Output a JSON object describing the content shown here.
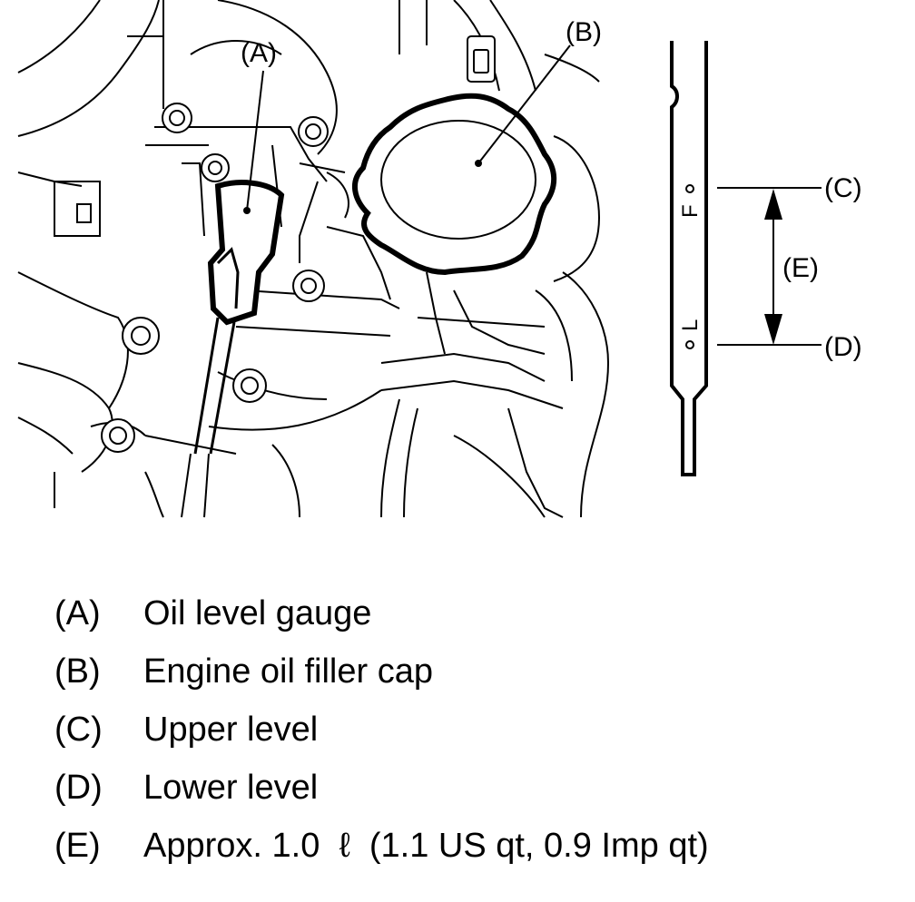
{
  "callouts": {
    "a": "(A)",
    "b": "(B)",
    "c": "(C)",
    "d": "(D)",
    "e": "(E)"
  },
  "gauge_marks": {
    "upper": "F",
    "lower": "L"
  },
  "legend": [
    {
      "key": "(A)",
      "text": "Oil level gauge"
    },
    {
      "key": "(B)",
      "text": "Engine oil filler cap"
    },
    {
      "key": "(C)",
      "text": "Upper level"
    },
    {
      "key": "(D)",
      "text": "Lower level"
    },
    {
      "key": "(E)",
      "text": "Approx. 1.0  ℓ  (1.1 US qt, 0.9 Imp qt)"
    }
  ]
}
